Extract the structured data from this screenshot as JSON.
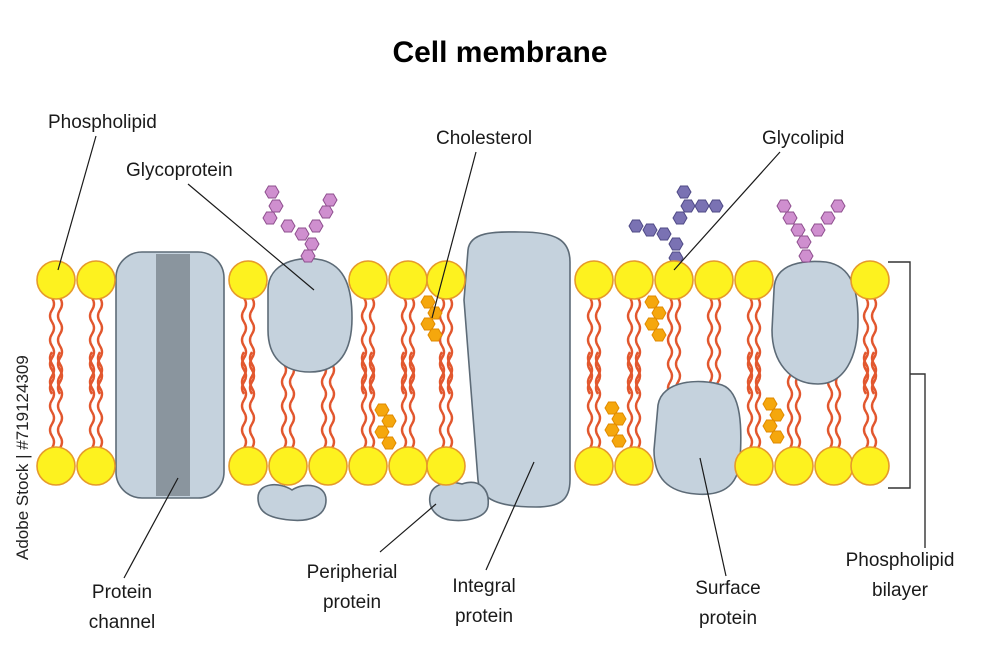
{
  "title": "Cell membrane",
  "labels": {
    "phospholipid": "Phospholipid",
    "glycoprotein": "Glycoprotein",
    "cholesterol": "Cholesterol",
    "glycolipid": "Glycolipid",
    "protein_channel": [
      "Protein",
      "channel"
    ],
    "peripheral_protein": [
      "Peripherial",
      "protein"
    ],
    "integral_protein": [
      "Integral",
      "protein"
    ],
    "surface_protein": [
      "Surface",
      "protein"
    ],
    "phospholipid_bilayer": [
      "Phospholipid",
      "bilayer"
    ]
  },
  "side_text": "Adobe Stock | #719124309",
  "colors": {
    "head_fill": "#fdf21f",
    "head_stroke": "#e69a2a",
    "tail": "#e2572e",
    "protein": "#c5d2dd",
    "protein_stroke": "#5d6b77",
    "channel_core": "#8a959e",
    "cholesterol": "#f5a70d",
    "sugar_pink": "#cf8fcf",
    "sugar_purple": "#7a72b3"
  }
}
